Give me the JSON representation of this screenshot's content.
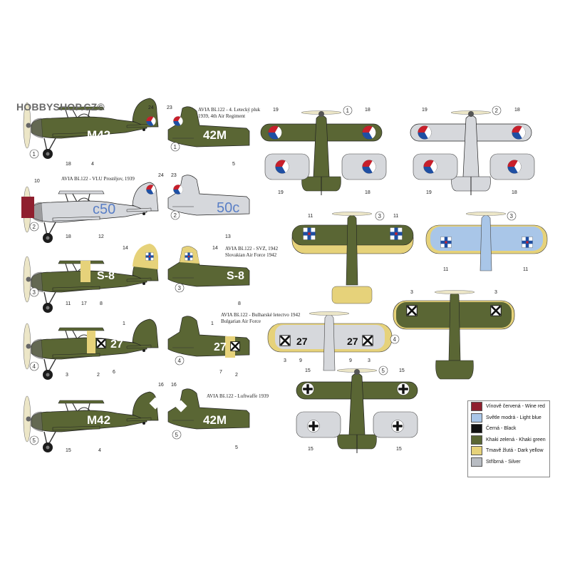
{
  "watermark": "HOBBYSHOP.CZ©",
  "colors": {
    "khaki": "#5a6634",
    "khaki_dark": "#444d26",
    "silver": "#d6d8dc",
    "yellow": "#e6d27a",
    "light_blue": "#a9c6e8",
    "wine": "#8f1f2e",
    "black": "#111111"
  },
  "captions": [
    {
      "text": "AVIA Bš.122 - 4. Letecký pluk"
    },
    {
      "text": "1939, 4th Air Regiment"
    },
    {
      "text": "AVIA Bš.122 - VLU Prostějov, 1939"
    },
    {
      "text": "AVIA Bš.122 - SVZ, 1942"
    },
    {
      "text": "Slovakian Air Force 1942"
    },
    {
      "text": "AVIA Bš.122 - Bulharské letectvo 1942"
    },
    {
      "text": "Bulgarian Air Force"
    },
    {
      "text": "AVIA Bš.122 - Luftwaffe 1939"
    }
  ],
  "codes": {
    "m42": "M42",
    "m42r": "42M",
    "c50": "c50",
    "c50r": "50c",
    "s8": "S-8",
    "s8r": "S-8",
    "n27": "27"
  },
  "variants": [
    "1",
    "2",
    "3",
    "4",
    "5"
  ],
  "callouts": [
    "1",
    "2",
    "3",
    "4",
    "5",
    "6",
    "7",
    "8",
    "9",
    "10",
    "11",
    "12",
    "13",
    "14",
    "15",
    "16",
    "17",
    "18",
    "19",
    "23",
    "24"
  ],
  "legend": [
    {
      "label": "Vínově červená - Wine red",
      "color": "#8f1f2e"
    },
    {
      "label": "Světle modrá - Light blue",
      "color": "#a9c6e8"
    },
    {
      "label": "Černá - Black",
      "color": "#111111"
    },
    {
      "label": "Khaki zelená - Khaki green",
      "color": "#5a6634"
    },
    {
      "label": "Tmavě žlutá - Dark yellow",
      "color": "#e6d27a"
    },
    {
      "label": "Stříbrná - Silver",
      "color": "#b8bcc2"
    }
  ]
}
